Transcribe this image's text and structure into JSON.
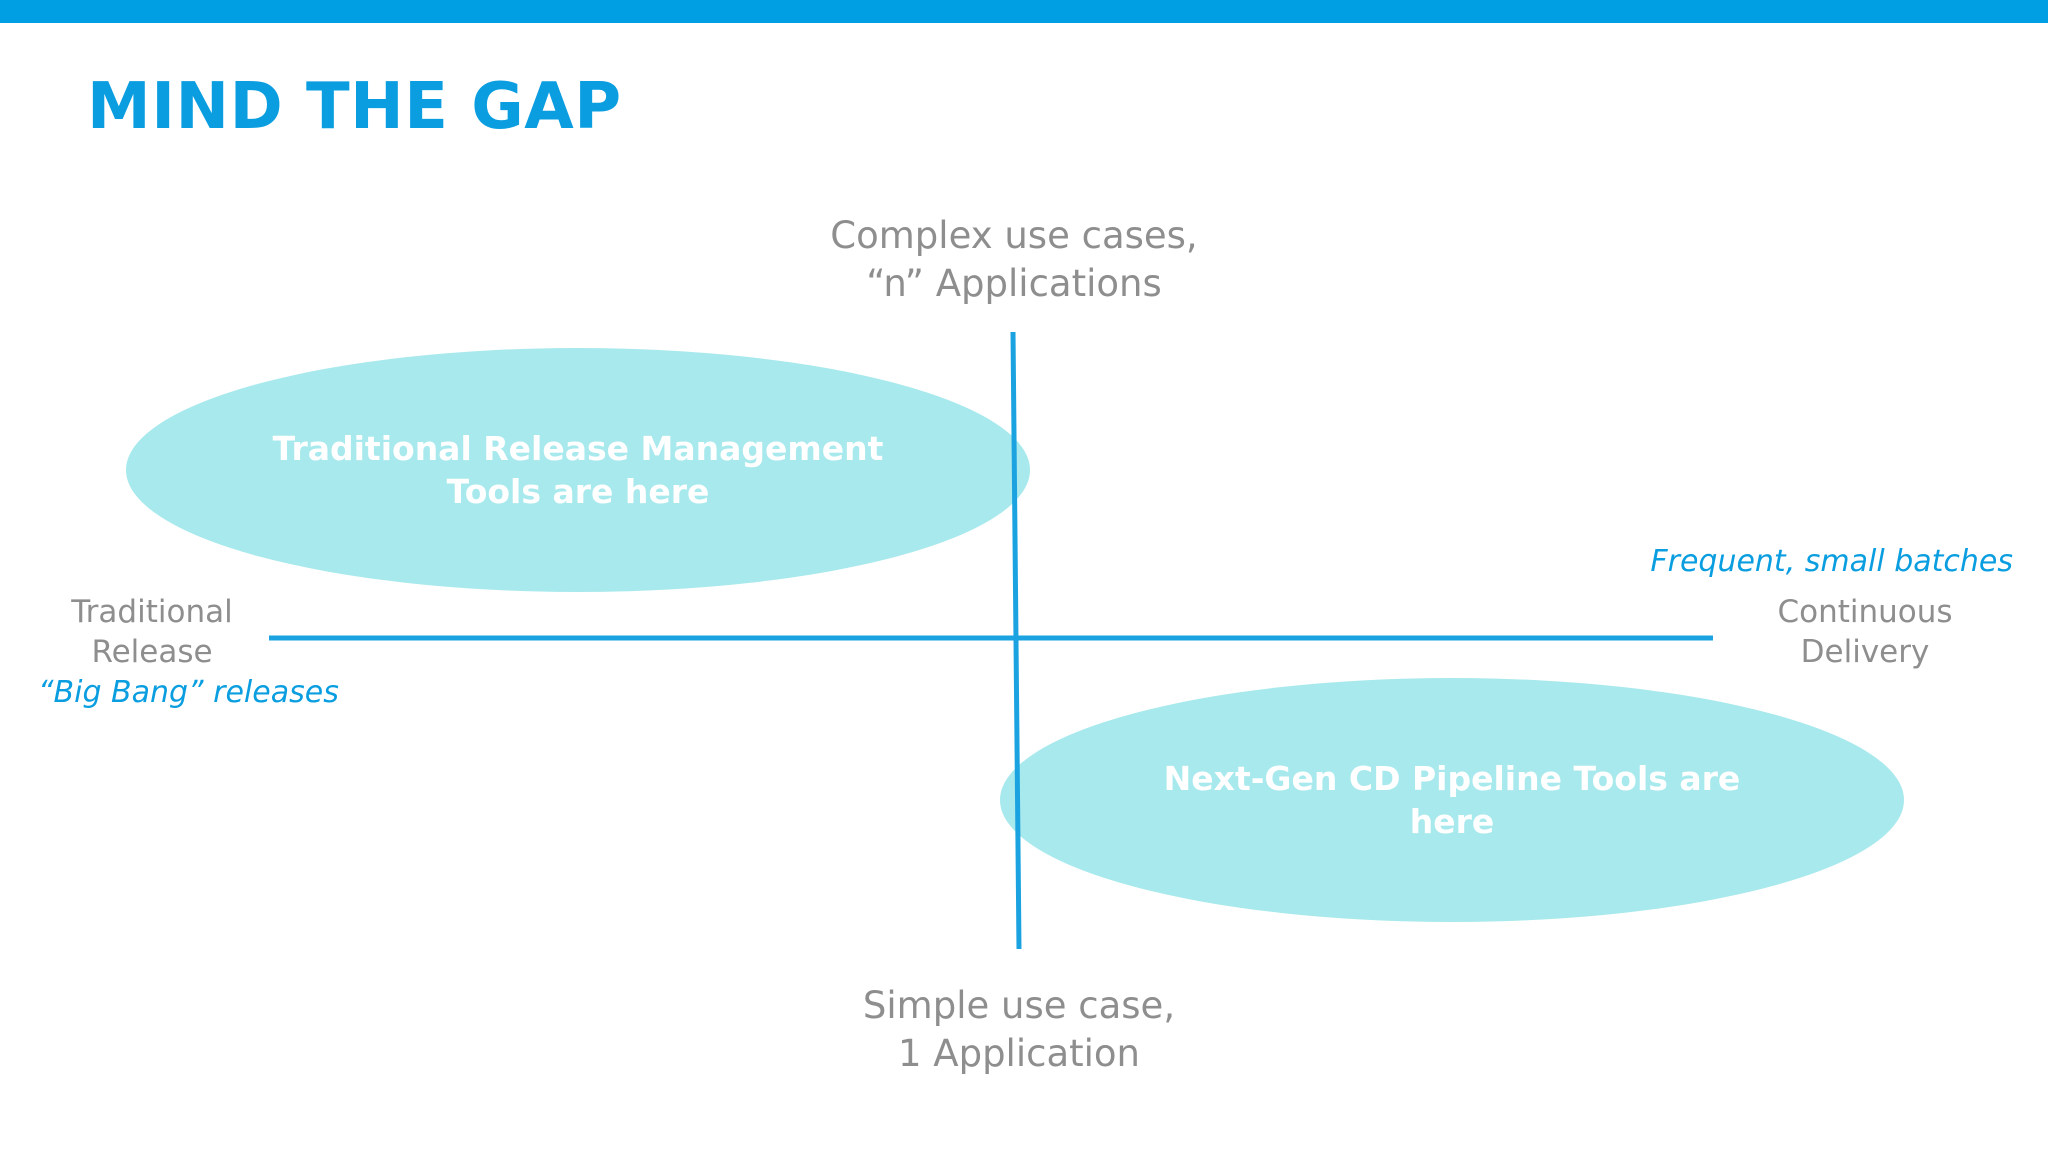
{
  "slide": {
    "title": "MIND THE GAP",
    "accent_color": "#009fe3",
    "ellipse_color": "#a8e9ed"
  },
  "axes": {
    "top": {
      "line1": "Complex use cases,",
      "line2": "“n” Applications"
    },
    "bottom": {
      "line1": "Simple use case,",
      "line2": "1 Application"
    },
    "left": {
      "line1": "Traditional",
      "line2": "Release",
      "note": "“Big Bang” releases"
    },
    "right": {
      "line1": "Continuous",
      "line2": "Delivery",
      "note": "Frequent, small batches"
    }
  },
  "regions": {
    "traditional": {
      "line1": "Traditional Release Management",
      "line2": "Tools are here"
    },
    "next_gen": {
      "line1": "Next-Gen CD Pipeline Tools are",
      "line2": "here"
    }
  }
}
